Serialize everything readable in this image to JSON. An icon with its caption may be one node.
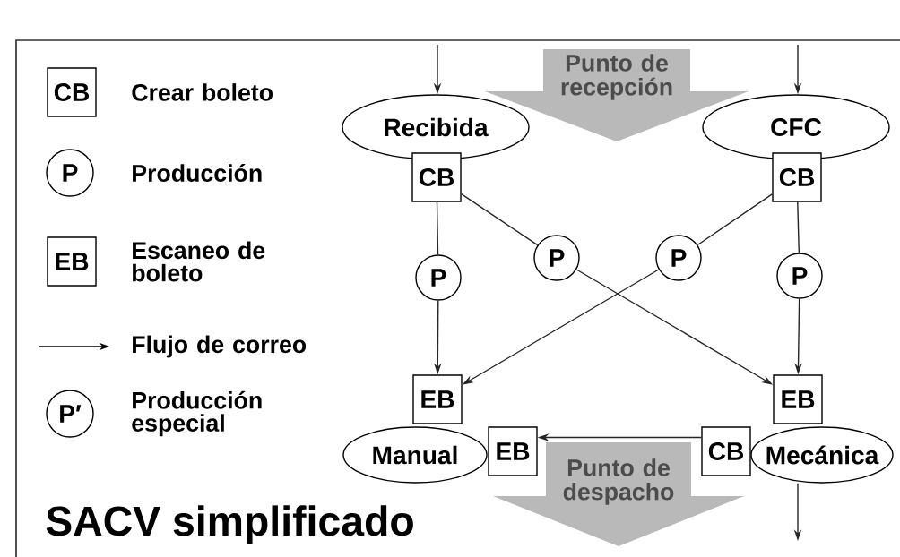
{
  "diagram": {
    "title": "SACV simplificado",
    "nodes": [
      {
        "text": [
          "Recibida"
        ]
      },
      {
        "text": [
          "CB"
        ]
      },
      {
        "text": [
          "CFC"
        ]
      },
      {
        "text": [
          "CB"
        ]
      },
      {
        "text": [
          "P"
        ]
      },
      {
        "text": [
          "P"
        ]
      },
      {
        "text": [
          "P"
        ]
      },
      {
        "text": [
          "P"
        ]
      },
      {
        "text": [
          "EB"
        ]
      },
      {
        "text": [
          "Manual"
        ]
      },
      {
        "text": [
          "EB"
        ]
      },
      {
        "text": [
          "EB"
        ]
      },
      {
        "text": [
          "Mecánica"
        ]
      },
      {
        "text": [
          "CB"
        ]
      },
      {
        "text": [
          "Punto de recepción"
        ]
      },
      {
        "text": [
          "Punto de despacho"
        ]
      }
    ],
    "edges": [
      {
        "from": null,
        "to": 0,
        "arrow": "to"
      },
      {
        "from": null,
        "to": 2,
        "arrow": "to"
      },
      {
        "from": 1,
        "to": 4,
        "arrow": "none"
      },
      {
        "from": 4,
        "to": 8,
        "arrow": "to"
      },
      {
        "from": 1,
        "to": 5,
        "arrow": "none"
      },
      {
        "from": 5,
        "to": 11,
        "arrow": "to"
      },
      {
        "from": 3,
        "to": 6,
        "arrow": "none"
      },
      {
        "from": 6,
        "to": 8,
        "arrow": "to"
      },
      {
        "from": 3,
        "to": 7,
        "arrow": "none"
      },
      {
        "from": 7,
        "to": 11,
        "arrow": "to"
      },
      {
        "from": 13,
        "to": 10,
        "arrow": "to"
      },
      {
        "from": 12,
        "to": null,
        "arrow": "to"
      }
    ],
    "labels": [
      "CB",
      "P",
      "EB",
      "P′"
    ],
    "legend": [
      {
        "text": "Crear boleto"
      },
      {
        "text": "Producción"
      },
      {
        "text": "Escaneo de boleto"
      },
      {
        "text": "Flujo de correo"
      },
      {
        "text": "Producción especial"
      }
    ]
  }
}
